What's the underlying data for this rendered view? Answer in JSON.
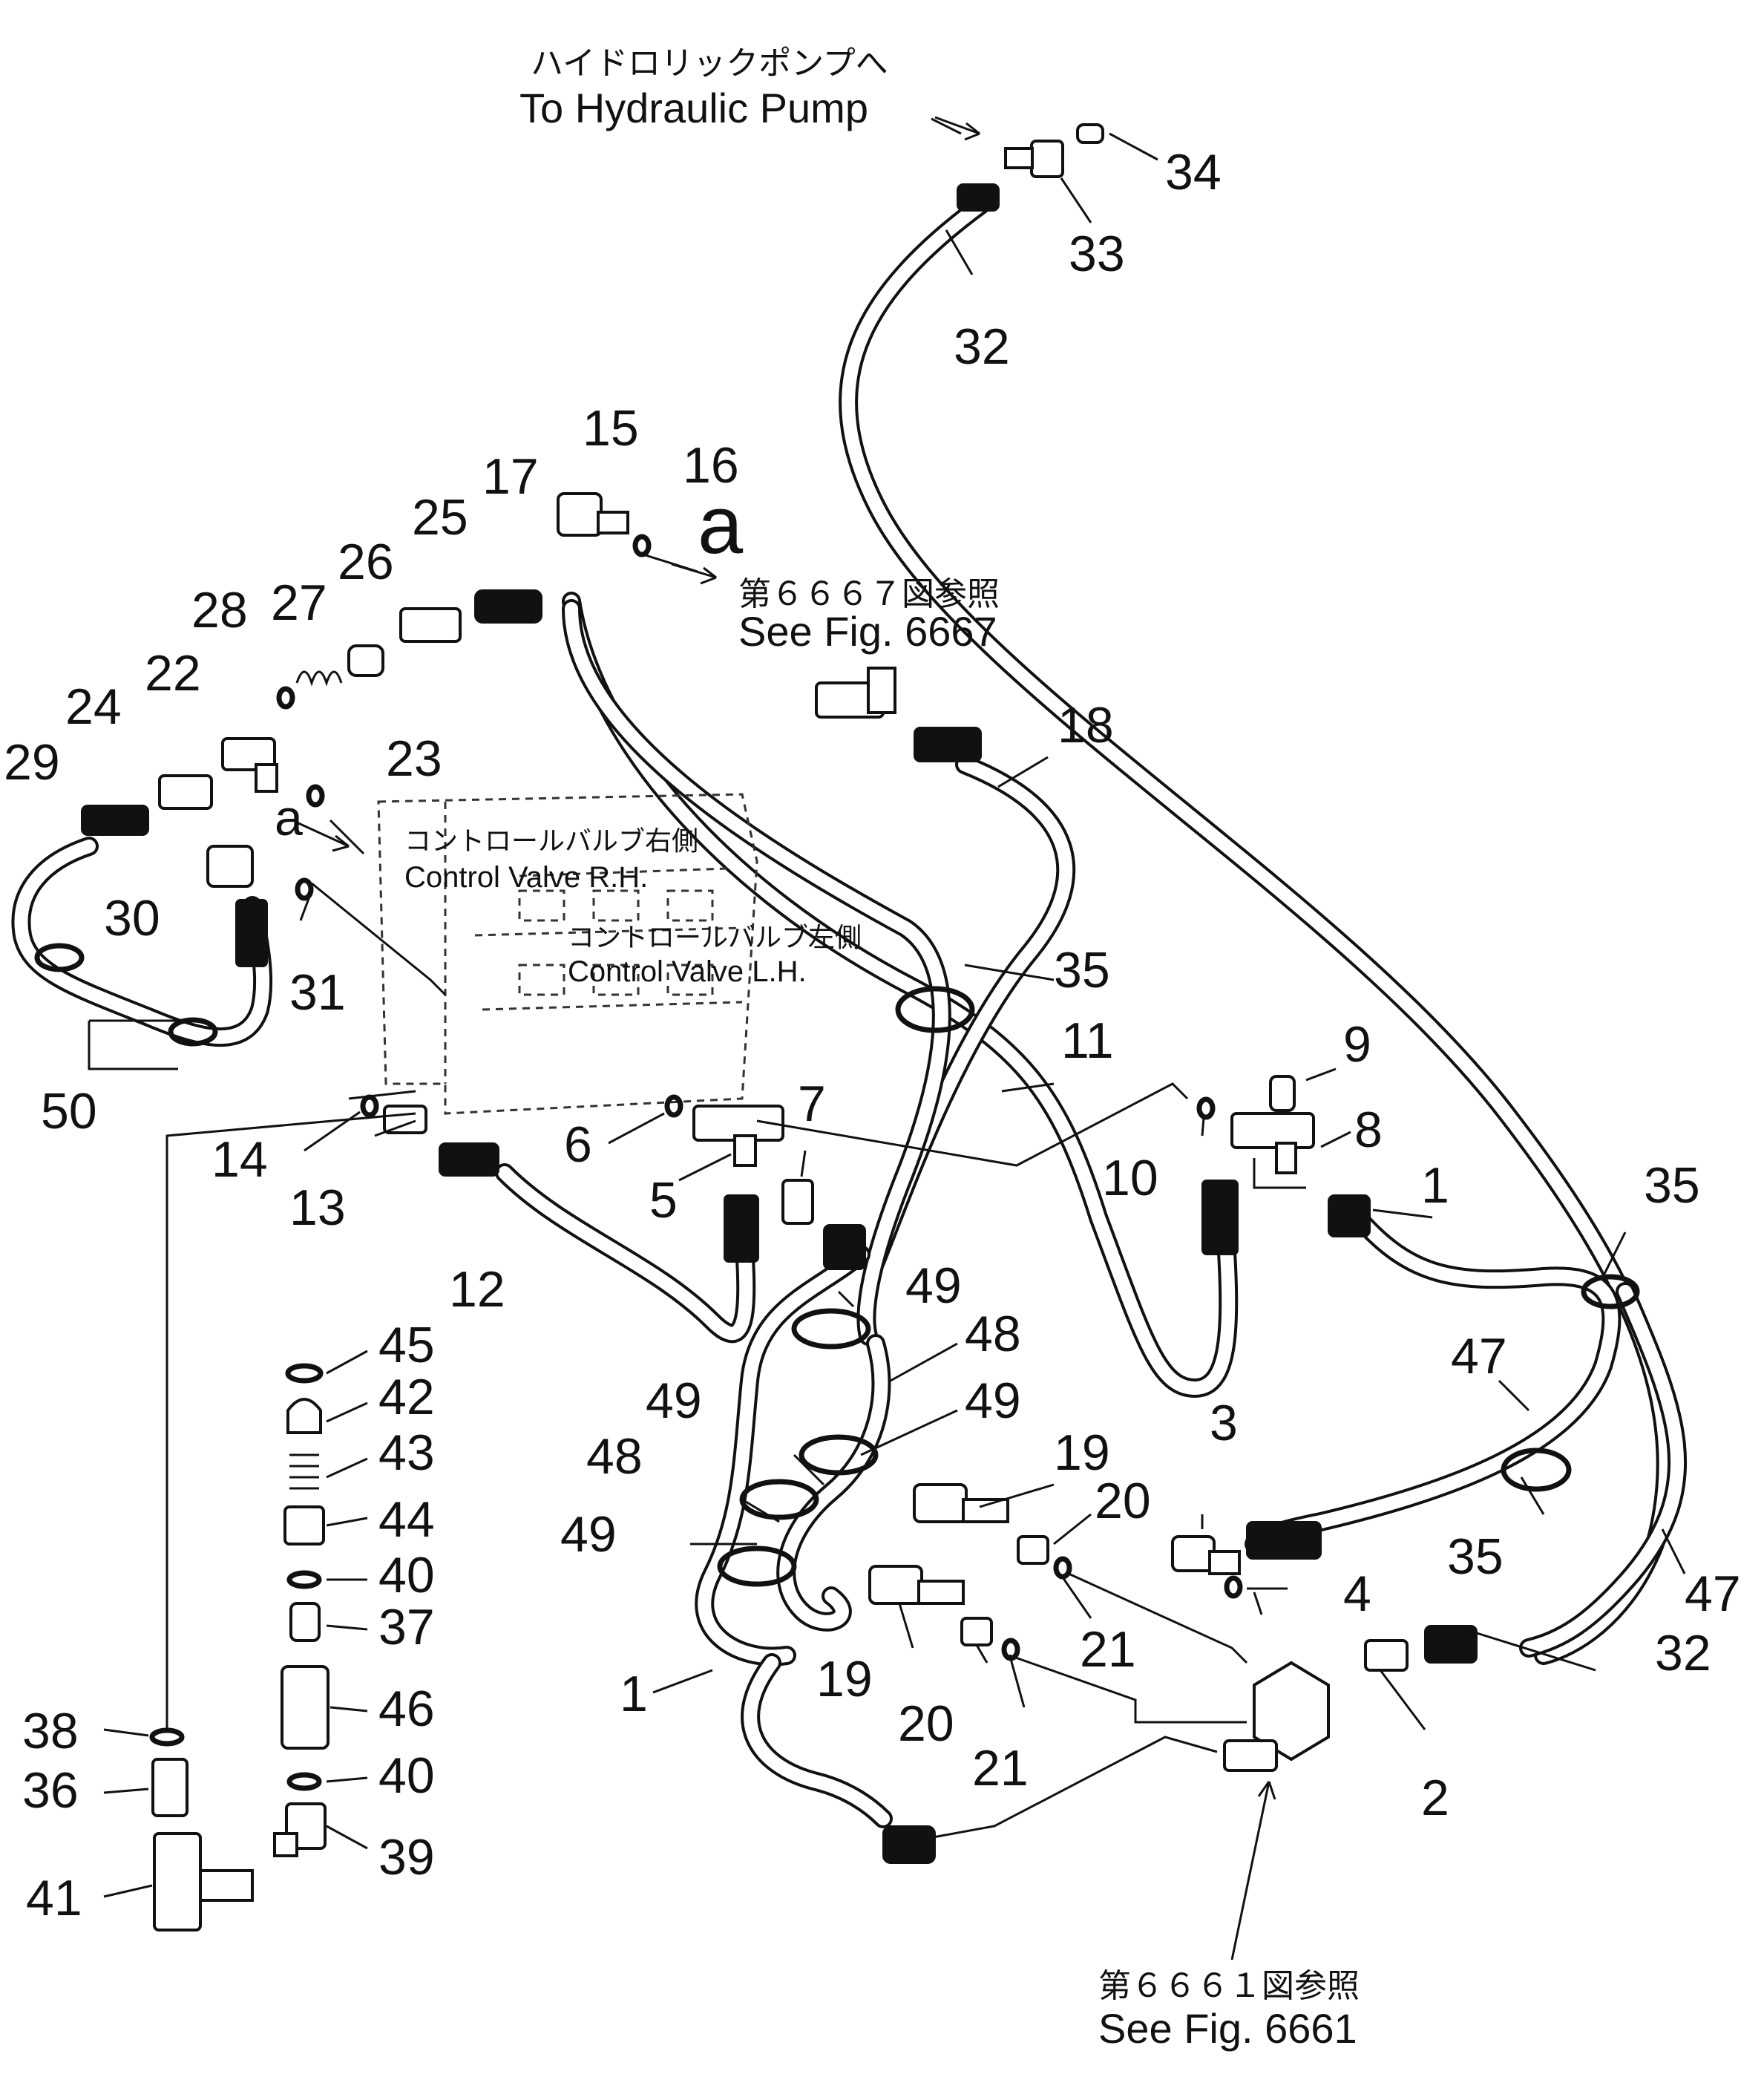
{
  "notes": {
    "pump_jp": "ハイドロリックポンプへ",
    "pump_en": "To Hydraulic Pump",
    "fig6667_jp": "第６６６７図参照",
    "fig6667_en": "See Fig. 6667",
    "fig6661_jp": "第６６６１図参照",
    "fig6661_en": "See Fig. 6661",
    "cv_rh_jp": "コントロールバルブ右側",
    "cv_rh_en": "Control Valve R.H.",
    "cv_lh_jp": "コントロールバルブ左側",
    "cv_lh_en": "Control Valve L.H.",
    "ref_a": "a"
  },
  "callouts": {
    "c1a": "1",
    "c1b": "1",
    "c2": "2",
    "c3": "3",
    "c4": "4",
    "c5": "5",
    "c6": "6",
    "c7": "7",
    "c8": "8",
    "c9": "9",
    "c10": "10",
    "c11": "11",
    "c12": "12",
    "c13": "13",
    "c14": "14",
    "c15": "15",
    "c16": "16",
    "c17": "17",
    "c18": "18",
    "c19a": "19",
    "c19b": "19",
    "c20a": "20",
    "c20b": "20",
    "c21a": "21",
    "c21b": "21",
    "c22": "22",
    "c23": "23",
    "c24": "24",
    "c25": "25",
    "c26": "26",
    "c27": "27",
    "c28": "28",
    "c29": "29",
    "c30": "30",
    "c31": "31",
    "c32a": "32",
    "c32b": "32",
    "c33": "33",
    "c34": "34",
    "c35a": "35",
    "c35b": "35",
    "c35c": "35",
    "c36": "36",
    "c37": "37",
    "c38": "38",
    "c39": "39",
    "c40a": "40",
    "c40b": "40",
    "c41": "41",
    "c42": "42",
    "c43": "43",
    "c44": "44",
    "c45": "45",
    "c46": "46",
    "c47a": "47",
    "c47b": "47",
    "c48a": "48",
    "c48b": "48",
    "c49a": "49",
    "c49b": "49",
    "c49c": "49",
    "c49d": "49",
    "c50": "50"
  }
}
